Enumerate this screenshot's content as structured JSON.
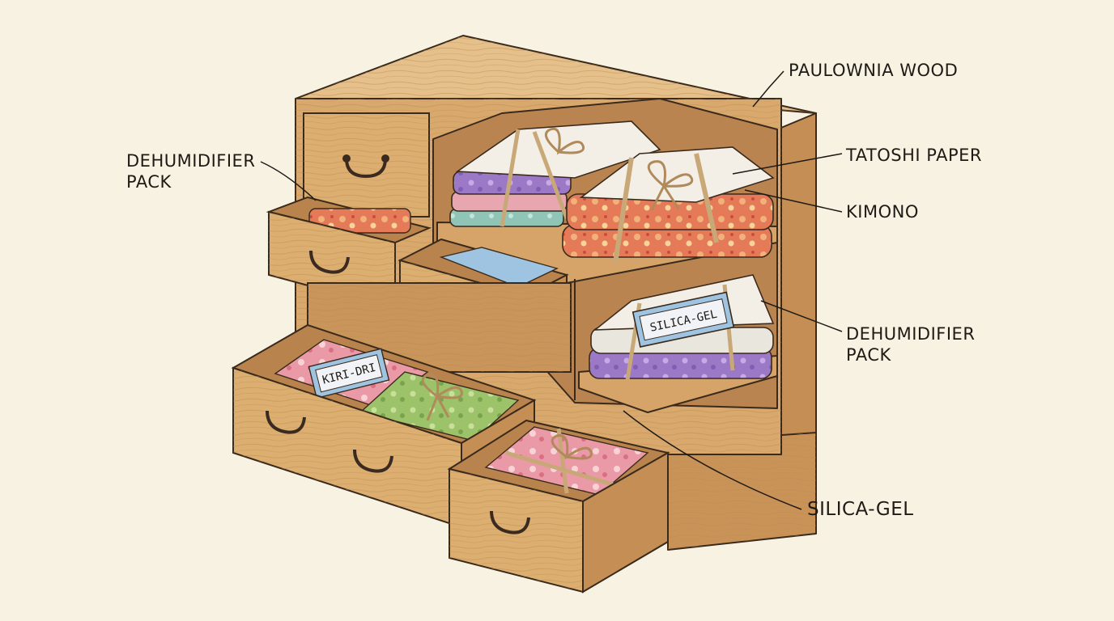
{
  "labels": {
    "paulownia_wood": "PAULOWNIA WOOD",
    "tatoshi_paper": "TATOSHI PAPER",
    "kimono": "KIMONO",
    "dehumidifier_pack_left": {
      "line1": "DEHUMIDIFIER",
      "line2": "PACK"
    },
    "dehumidifier_pack_right": {
      "line1": "DEHUMIDIFIER",
      "line2": "PACK"
    },
    "silica_gel": "SILICA-GEL"
  },
  "packet_text": {
    "silica_gel_packet": "SILICA-GEL",
    "kiri_dri_packet": "KIRI-DRI"
  },
  "colors": {
    "background": "#f7f2e2",
    "wood_light": "#e4bd86",
    "wood_mid": "#d19e62",
    "wood_dark": "#a9743e",
    "outline": "#3a2a1c",
    "handle": "#3b2a20",
    "tatoshi_paper": "#f3efe6",
    "kimono_purple": "#9a78c4",
    "kimono_red": "#e27a5a",
    "kimono_green": "#9cc06a",
    "kimono_pink": "#e89aa6",
    "kimono_teal": "#8fc2b4",
    "ribbon": "#c9a878",
    "packet_blue": "#9fc4e2"
  }
}
